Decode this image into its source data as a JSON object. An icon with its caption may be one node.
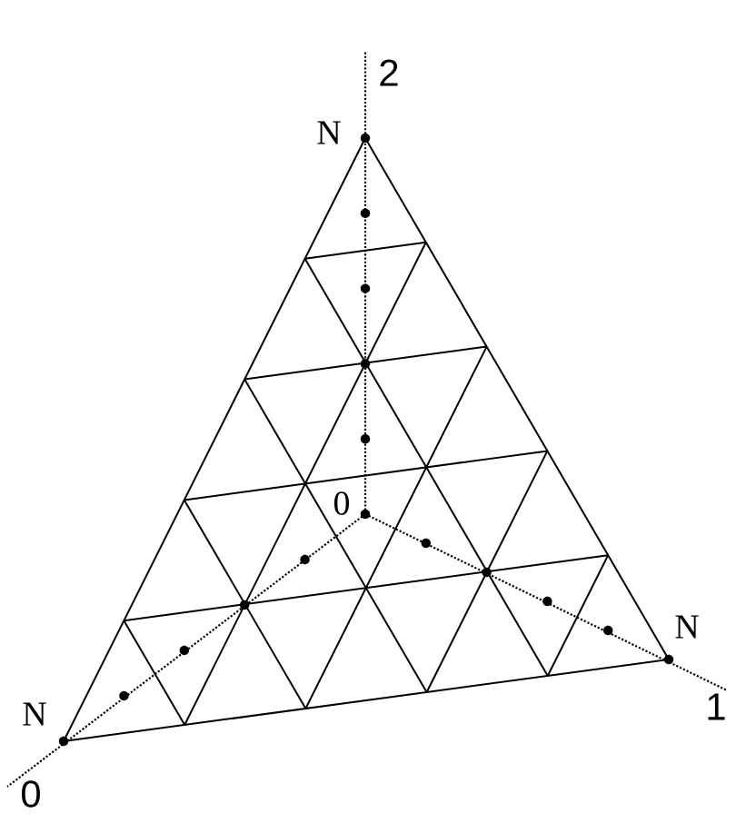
{
  "diagram": {
    "labels": [
      "2",
      "N",
      "0",
      "N",
      "1",
      "N",
      "0"
    ]
  }
}
